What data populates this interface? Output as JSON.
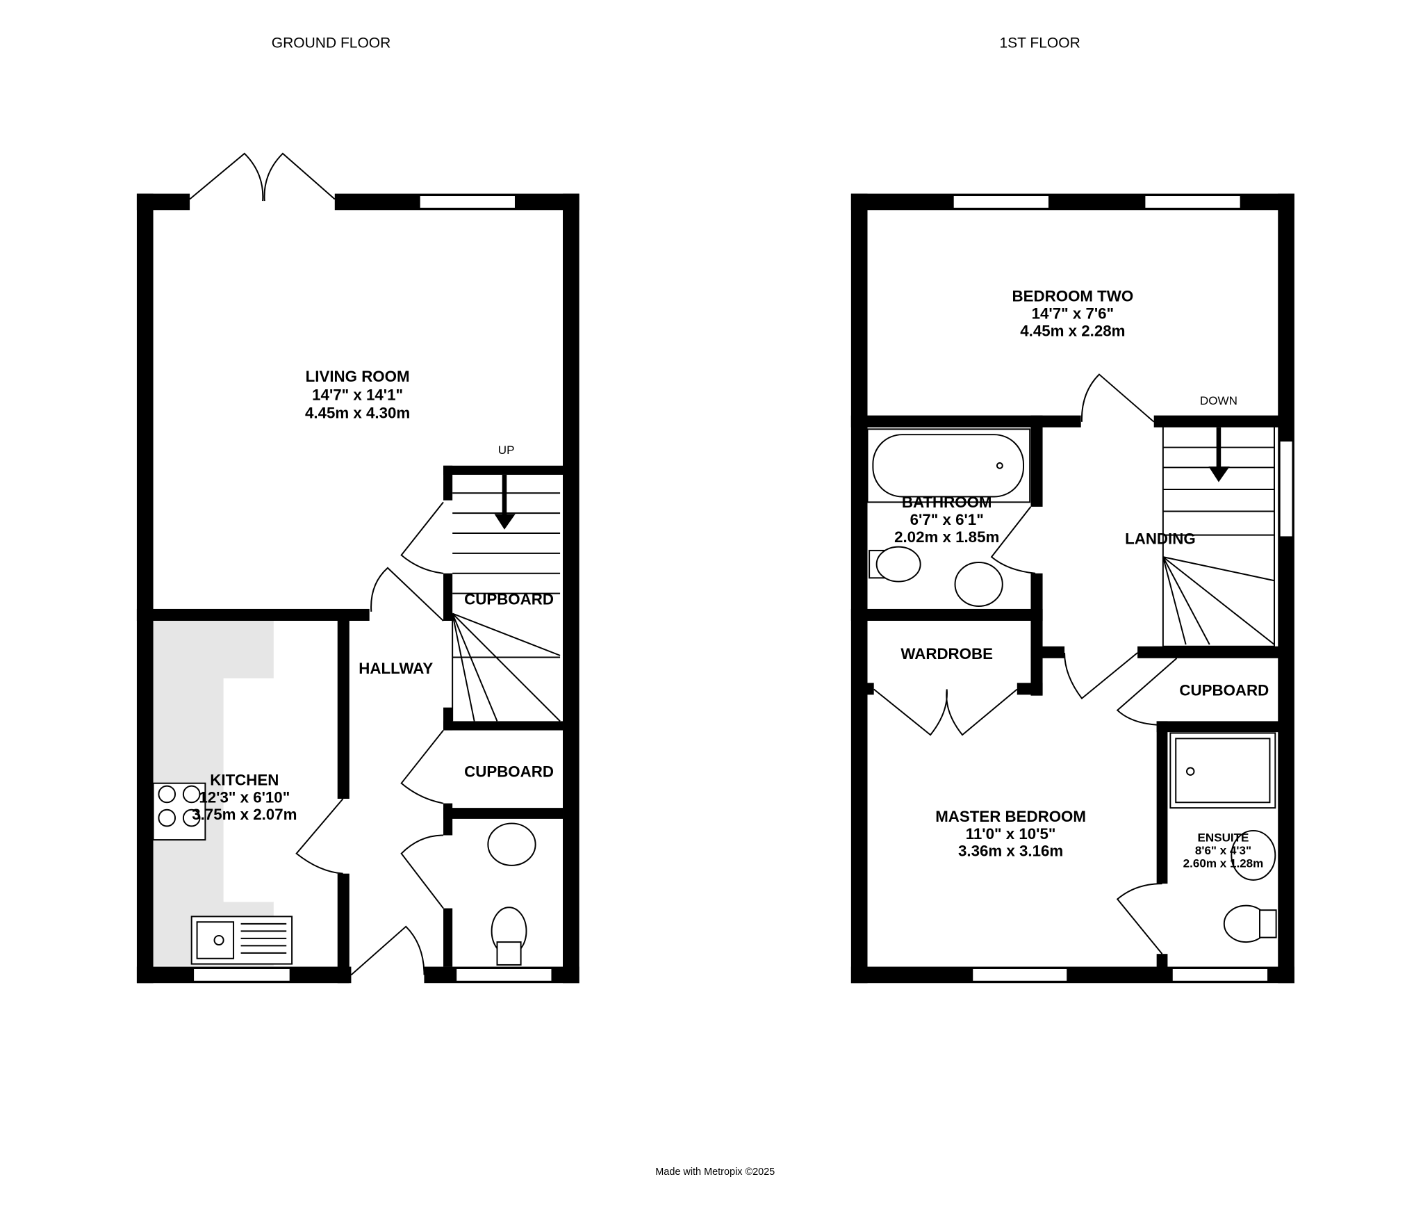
{
  "floors": {
    "ground": {
      "title": "GROUND FLOOR",
      "stairs_label": "UP",
      "rooms": {
        "living": {
          "name": "LIVING ROOM",
          "imperial": "14'7\"  x 14'1\"",
          "metric": "4.45m  x 4.30m"
        },
        "hallway": {
          "name": "HALLWAY"
        },
        "cupboard1": {
          "name": "CUPBOARD"
        },
        "cupboard2": {
          "name": "CUPBOARD"
        },
        "kitchen": {
          "name": "KITCHEN",
          "imperial": "12'3\"  x 6'10\"",
          "metric": "3.75m  x 2.07m"
        }
      }
    },
    "first": {
      "title": "1ST FLOOR",
      "stairs_label": "DOWN",
      "rooms": {
        "bedroom2": {
          "name": "BEDROOM TWO",
          "imperial": "14'7\"  x 7'6\"",
          "metric": "4.45m  x 2.28m"
        },
        "bathroom": {
          "name": "BATHROOM",
          "imperial": "6'7\"  x 6'1\"",
          "metric": "2.02m  x 1.85m"
        },
        "landing": {
          "name": "LANDING"
        },
        "wardrobe": {
          "name": "WARDROBE"
        },
        "cupboard": {
          "name": "CUPBOARD"
        },
        "master": {
          "name": "MASTER BEDROOM",
          "imperial": "11'0\"  x 10'5\"",
          "metric": "3.36m  x 3.16m"
        },
        "ensuite": {
          "name": "ENSUITE",
          "imperial": "8'6\"  x 4'3\"",
          "metric": "2.60m  x 1.28m"
        }
      }
    }
  },
  "footer": "Made with Metropix ©2025"
}
